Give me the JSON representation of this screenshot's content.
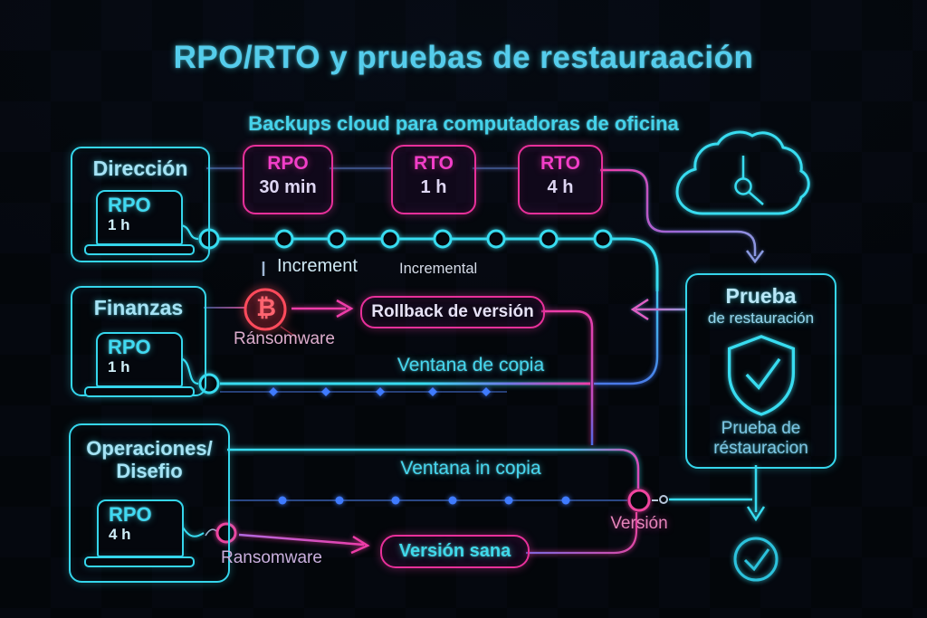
{
  "title": "RPO/RTO y pruebas de restauraación",
  "subtitle": "Backups cloud para computadoras de oficina",
  "groups": [
    {
      "name": "Dirección",
      "metric": "RPO",
      "value": "1 h"
    },
    {
      "name": "Finanzas",
      "metric": "RPO",
      "value": "1 h"
    },
    {
      "name_line1": "Operaciones/",
      "name_line2": "Disefio",
      "metric": "RPO",
      "value": "4 h"
    }
  ],
  "chips": [
    {
      "label": "RPO",
      "value": "30 min"
    },
    {
      "label": "RTO",
      "value": "1 h"
    },
    {
      "label": "RTO",
      "value": "4 h"
    }
  ],
  "flow": {
    "increment": "Increment",
    "incremental": "Incremental",
    "ventana_copia": "Ventana de copia",
    "ventana_in_copia": "Ventana in copia",
    "version_node": "Versión",
    "ransomware_top": "Ránsomware",
    "ransomware_bottom": "Ransomware",
    "rollback": "Rollback de versión",
    "version_sana": "Versión sana"
  },
  "restore_panel": {
    "title": "Prueba",
    "subtitle": "de restauración",
    "caption_line1": "Prueba de",
    "caption_line2": "réstauracion"
  },
  "icons": {
    "bitcoin": "₿"
  },
  "colors": {
    "cyan": "#38dcf0",
    "magenta": "#ee3da8",
    "red": "#ff4b5c",
    "blue": "#3f7bff",
    "background": "#05080f"
  }
}
